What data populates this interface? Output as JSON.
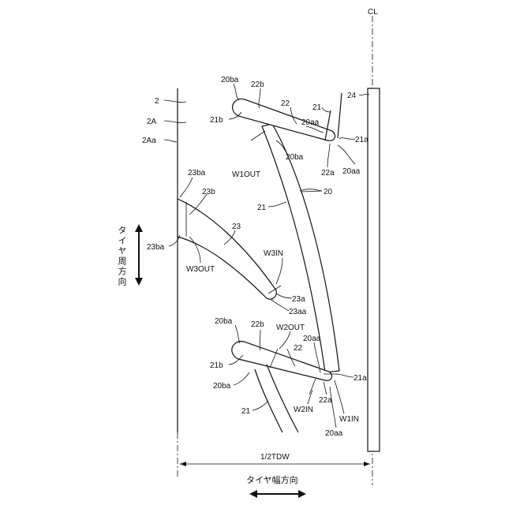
{
  "labels": {
    "cl": "CL",
    "l2": "2",
    "l2A": "2A",
    "l2Aa": "2Aa",
    "l24": "24",
    "l20ba_top": "20ba",
    "l22b_top": "22b",
    "l22_top": "22",
    "l21_top": "21",
    "l20aa_top1": "20aa",
    "l21b_top": "21b",
    "l21a_top": "21a",
    "l20ba_top2": "20ba",
    "l22a_top": "22a",
    "l20aa_top2": "20aa",
    "lW1OUT": "W1OUT",
    "l20": "20",
    "l23ba_top": "23ba",
    "l23b": "23b",
    "l21_mid": "21",
    "l23": "23",
    "l23ba_left": "23ba",
    "lW3OUT": "W3OUT",
    "lW3IN": "W3IN",
    "l23a": "23a",
    "l23aa": "23aa",
    "l20ba_bot": "20ba",
    "l22b_bot": "22b",
    "lW2OUT": "W2OUT",
    "l20aa_bot1": "20aa",
    "l22_bot": "22",
    "l21b_bot": "21b",
    "l21a_bot": "21a",
    "l20ba_bot2": "20ba",
    "l22a_bot": "22a",
    "lW2IN": "W2IN",
    "lW1IN": "W1IN",
    "l20aa_bot2": "20aa",
    "l21_bot": "21",
    "tdw": "1/2TDW",
    "circ_dir": "タイヤ周方向",
    "width_dir": "タイヤ幅方向"
  }
}
